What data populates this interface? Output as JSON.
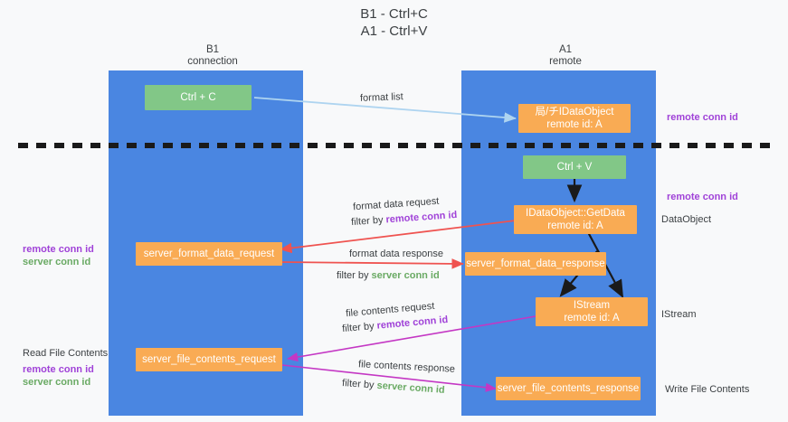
{
  "title": "B1 - Ctrl+C\nA1 - Ctrl+V",
  "columns": {
    "left": {
      "header": "B1\nconnection"
    },
    "right": {
      "header": "A1\nremote"
    }
  },
  "nodes": {
    "ctrl_c": "Ctrl + C",
    "data_object_remote": "局/チIDataObject\nremote id: A",
    "ctrl_v": "Ctrl + V",
    "get_data": "IDataObject::GetData\nremote id: A",
    "server_format_data_request": "server_format_data_request",
    "server_format_data_response": "server_format_data_response",
    "istream": "IStream\nremote id: A",
    "server_file_contents_request": "server_file_contents_request",
    "server_file_contents_response": "server_file_contents_response"
  },
  "edge_labels": {
    "format_list": "format list",
    "format_data_request": "format data request",
    "format_data_request_filter_prefix": "filter by ",
    "format_data_request_filter_value": "remote conn id",
    "format_data_response": "format data response",
    "format_data_response_filter_prefix": "filter by ",
    "format_data_response_filter_value": "server conn id",
    "file_contents_request": "file contents request",
    "file_contents_request_filter_prefix": "filter by ",
    "file_contents_request_filter_value": "remote conn id",
    "file_contents_response": "file contents response",
    "file_contents_response_filter_prefix": "filter by ",
    "file_contents_response_filter_value": "server conn id"
  },
  "annotations": {
    "right_remote_conn_id_top": "remote conn id",
    "right_remote_conn_id_mid": "remote conn id",
    "right_data_object": "DataObject",
    "right_istream": "IStream",
    "right_write_file_contents": "Write File Contents",
    "left_remote_conn_id": "remote conn id",
    "left_server_conn_id": "server conn id",
    "left_read_file_contents": "Read File Contents",
    "left_remote_conn_id_2": "remote conn id",
    "left_server_conn_id_2": "server conn id"
  },
  "colors": {
    "lane": "#4a86e1",
    "node_orange": "#f9ab54",
    "node_green": "#82c787",
    "accent_purple": "#a042d8",
    "accent_green": "#6aaa64",
    "arrow_red": "#ef5350",
    "arrow_blue": "#aed4f0",
    "arrow_magenta": "#c437c4",
    "arrow_black": "#000000",
    "background": "#f8f9fa"
  }
}
